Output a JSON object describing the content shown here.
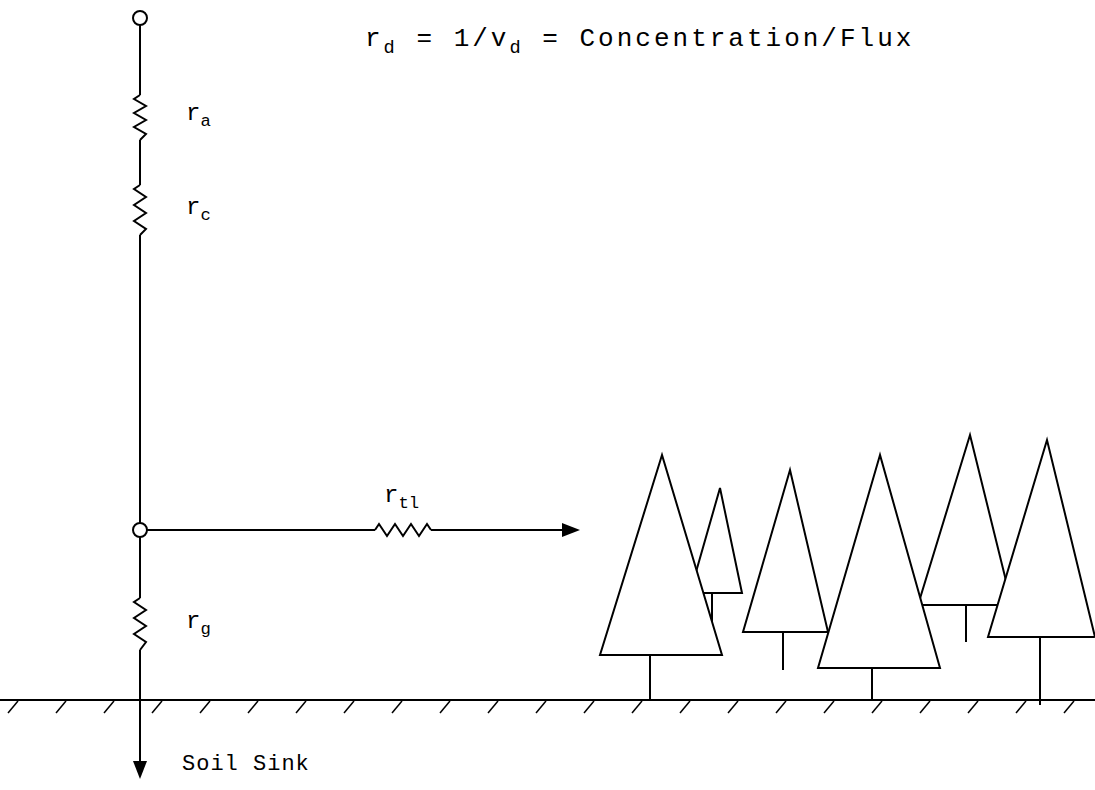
{
  "diagram": {
    "labels": [
      "ra",
      "rc",
      "rtl",
      "rg",
      "rd = 1/vd = Concentration/Flux",
      "Soil Sink"
    ]
  }
}
